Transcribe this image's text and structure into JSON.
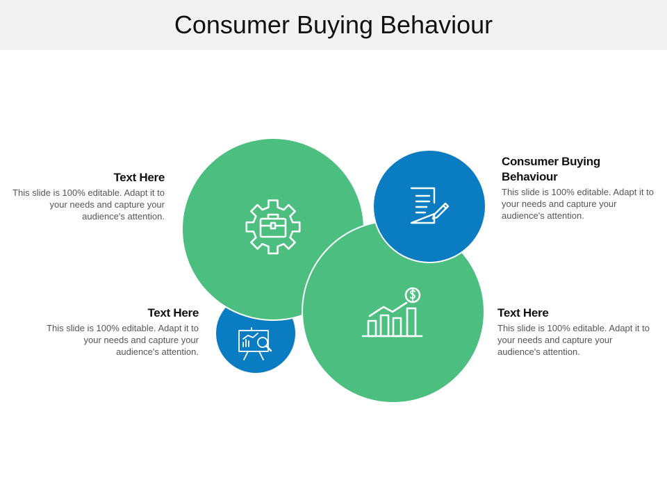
{
  "title": "Consumer Buying Behaviour",
  "colors": {
    "green": "#4cbf80",
    "blue": "#0a7cc1",
    "header_bg": "#f2f2f2",
    "icon_stroke": "#ffffff"
  },
  "circles": [
    {
      "id": "large-green",
      "color": "green",
      "icon": "gear-briefcase-icon"
    },
    {
      "id": "small-blue",
      "color": "blue",
      "icon": "presentation-search-icon"
    },
    {
      "id": "medium-blue",
      "color": "blue",
      "icon": "document-edit-icon"
    },
    {
      "id": "large-green-bottom",
      "color": "green",
      "icon": "growth-chart-dollar-icon"
    }
  ],
  "blocks": {
    "top_left": {
      "heading": "Text Here",
      "body": "This slide is 100% editable. Adapt it to your needs and capture your audience's attention."
    },
    "bottom_left": {
      "heading": "Text Here",
      "body": "This slide is 100% editable. Adapt it to your needs and capture your audience's attention."
    },
    "top_right": {
      "heading": "Consumer Buying Behaviour",
      "body": "This slide is 100% editable. Adapt it to your needs and capture your audience's attention."
    },
    "bottom_right": {
      "heading": "Text Here",
      "body": "This slide is 100% editable. Adapt it to your needs and capture your audience's attention."
    }
  }
}
